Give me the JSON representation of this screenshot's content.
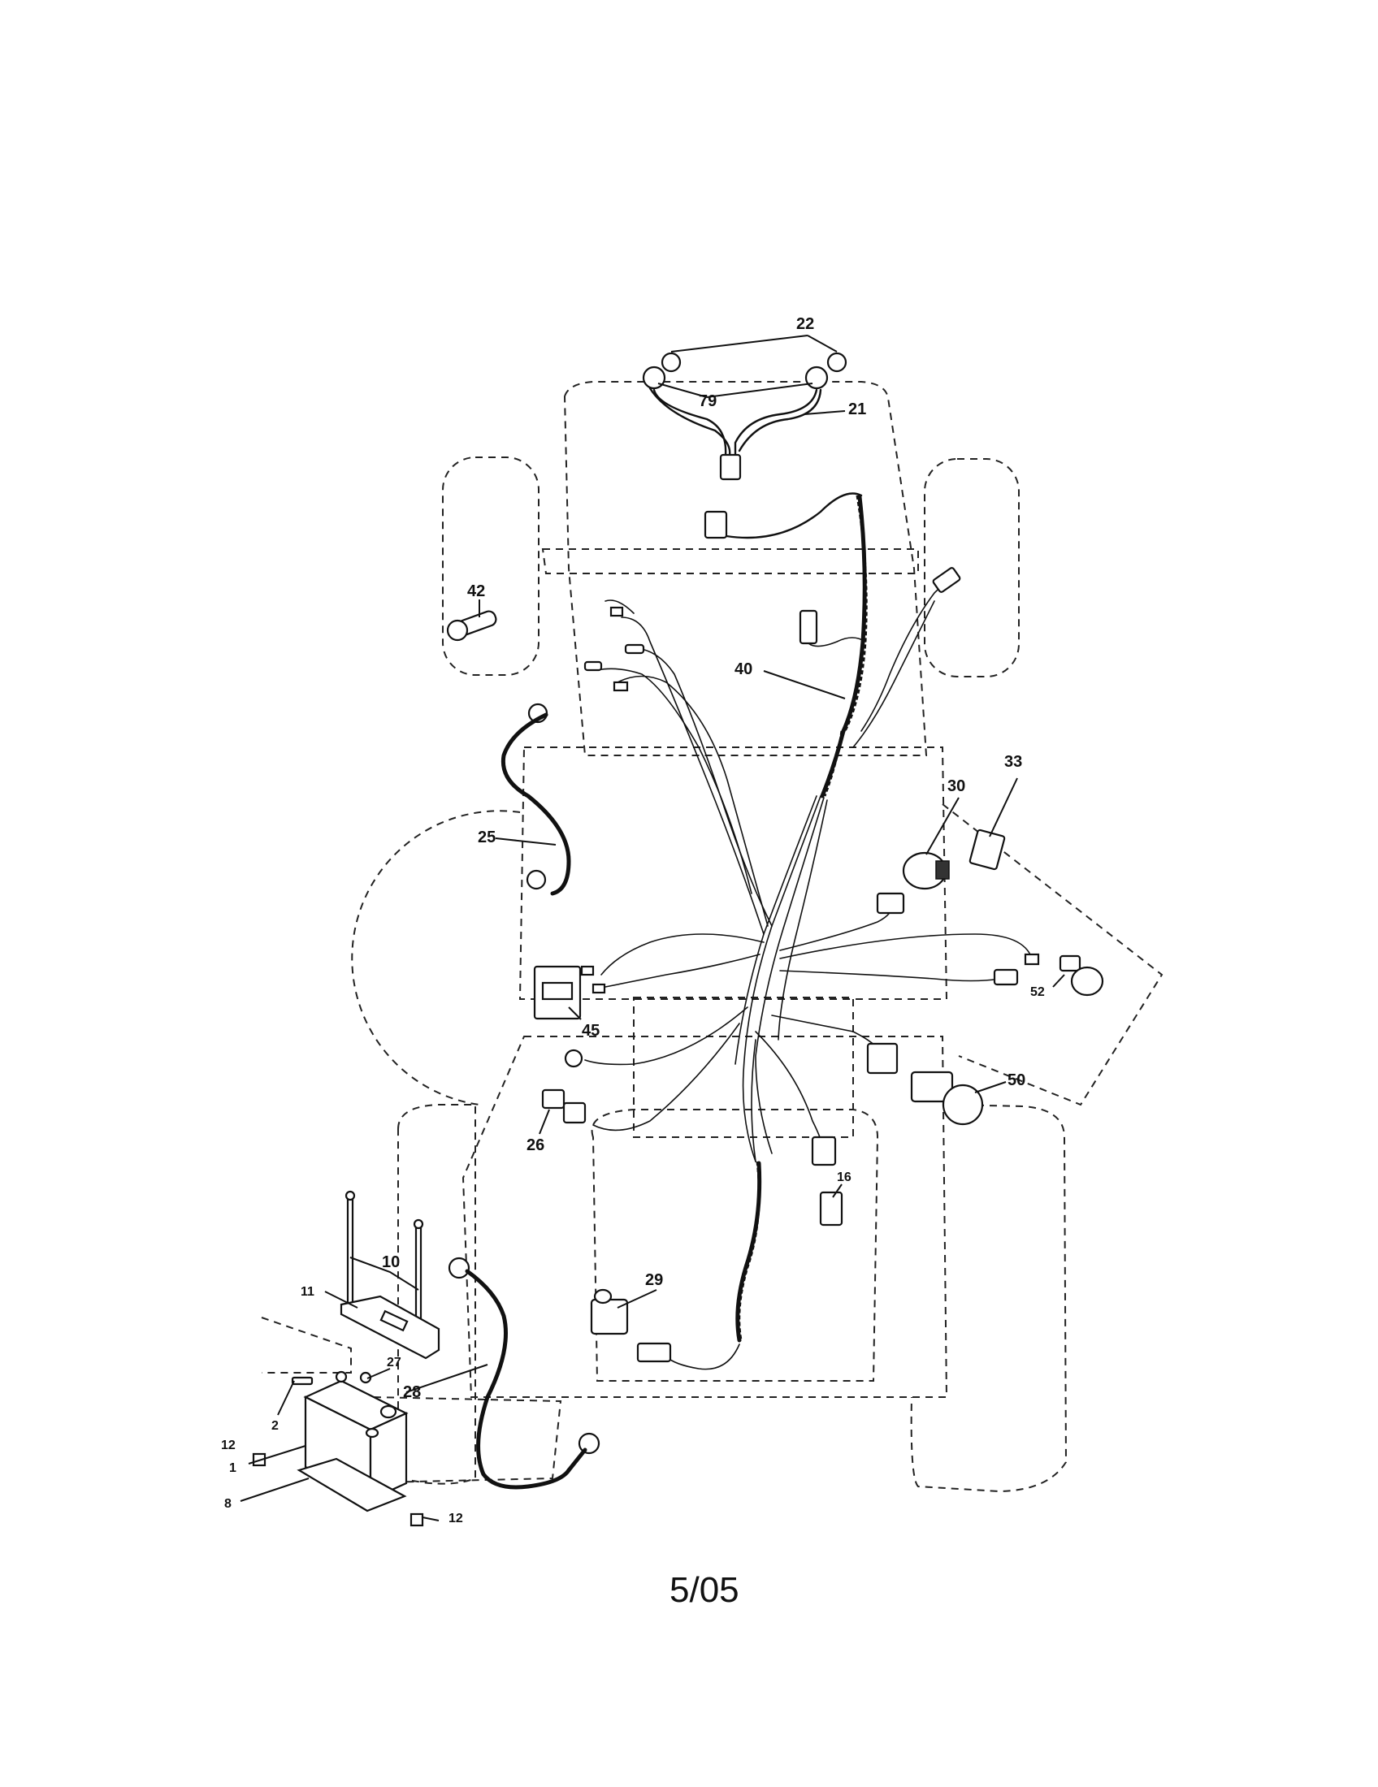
{
  "diagram": {
    "callouts": {
      "c22": "22",
      "c79": "79",
      "c21": "21",
      "c42": "42",
      "c40": "40",
      "c33": "33",
      "c30": "30",
      "c25": "25",
      "c45": "45",
      "c52": "52",
      "c50": "50",
      "c26": "26",
      "c16": "16",
      "c10": "10",
      "c29": "29",
      "c11": "11",
      "c27": "27",
      "c28": "28",
      "c12a": "12",
      "c2": "2",
      "c1": "1",
      "c8": "8",
      "c12b": "12"
    },
    "footer": {
      "date_code": "5/05"
    }
  }
}
